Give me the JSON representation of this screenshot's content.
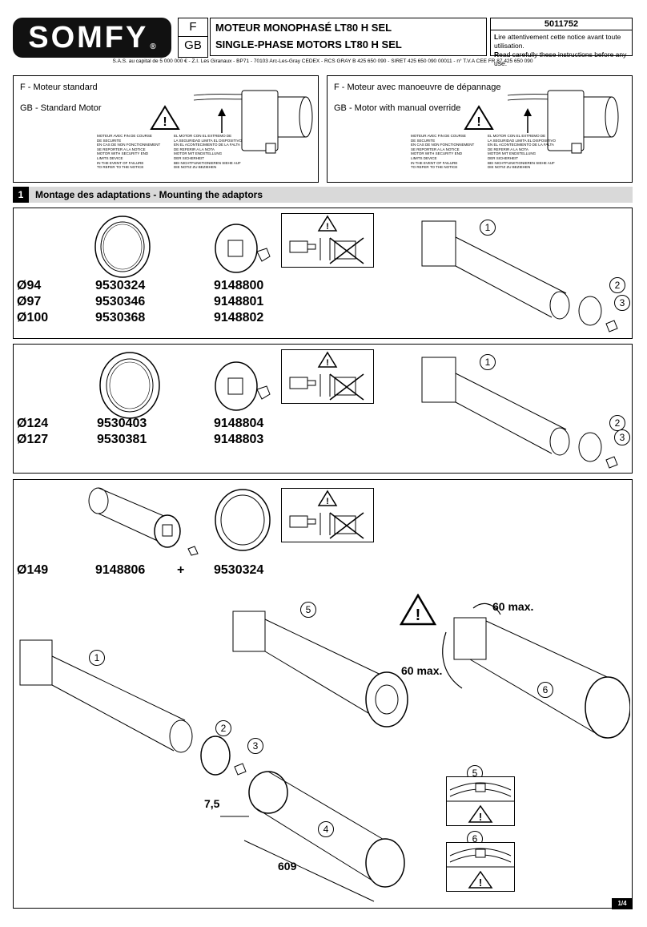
{
  "header": {
    "brand": "SOMFY",
    "registered": "®",
    "lang_codes": [
      "F",
      "GB"
    ],
    "title_fr": "MOTEUR MONOPHASÉ LT80 H SEL",
    "title_en": "SINGLE-PHASE MOTORS LT80 H SEL",
    "ref_number": "5011752",
    "notice_fr_first": "L",
    "notice_fr_rest": "ire attentivement cette notice avant toute utilisation.",
    "notice_en_first": "R",
    "notice_en_rest": "ead carefully these instructions before any use.",
    "company_line": "S.A.S. au capital de 5 000 000 € - Z.I. Les Giranaux - BP71 - 70103 Arc-Les-Gray CEDEX - RCS GRAY B 425 650 090 - SIRET 425 650 090 00011 - n° T.V.A CEE FR 87 425 650 090"
  },
  "motor_boxes": [
    {
      "fr": "F  - Moteur standard",
      "en": "GB  - Standard Motor"
    },
    {
      "fr": "F  - Moteur avec manoeuvre de dépannage",
      "en": "GB  - Motor with manual override"
    }
  ],
  "label_text_fr": [
    "MOTEUR AVEC FIN DE COURSE",
    "DE SECURITE",
    "EN CAS DE NON FONCTIONNEMENT",
    "SE REPORTER A LA NOTICE",
    "MOTOR WITH SECURITY END",
    "LIMITS DEVICE",
    "IN THE EVENT OF FAILURE",
    "TO REFER TO THE NOTICE"
  ],
  "label_text_es": [
    "EL MOTOR CON EL EXTREMO DE",
    "LA SEGURIDAD LIMITA EL DISPOSITIVO",
    "EN EL ACONTECIMIENTO DE LA FALTA",
    "DE REFERIR A LA NOTA",
    "MOTOR MIT ENDSTELLUNG",
    "DER SICHERHEIT",
    "BEI NICHTFUNKTIONIEREN SIEHE AUF",
    "DIE NOTIZ ZU BEZIEHEN"
  ],
  "section": {
    "number": "1",
    "title": "Montage des adaptations - Mounting the adaptors"
  },
  "panel1": {
    "rows": [
      {
        "dia": "Ø94",
        "ring": "9530324",
        "wheel": "9148800"
      },
      {
        "dia": "Ø97",
        "ring": "9530346",
        "wheel": "9148801"
      },
      {
        "dia": "Ø100",
        "ring": "9530368",
        "wheel": "9148802"
      }
    ]
  },
  "panel2": {
    "rows": [
      {
        "dia": "Ø124",
        "ring": "9530403",
        "wheel": "9148804"
      },
      {
        "dia": "Ø127",
        "ring": "9530381",
        "wheel": "9148803"
      }
    ]
  },
  "panel3": {
    "dia": "Ø149",
    "wheel": "9148806",
    "plus": "+",
    "ring": "9530324",
    "angle_top": "60 max.",
    "angle_left": "60 max.",
    "dim_75": "7,5",
    "dim_609": "609"
  },
  "steps": [
    "1",
    "2",
    "3",
    "4",
    "5",
    "6"
  ],
  "page": "1/4"
}
